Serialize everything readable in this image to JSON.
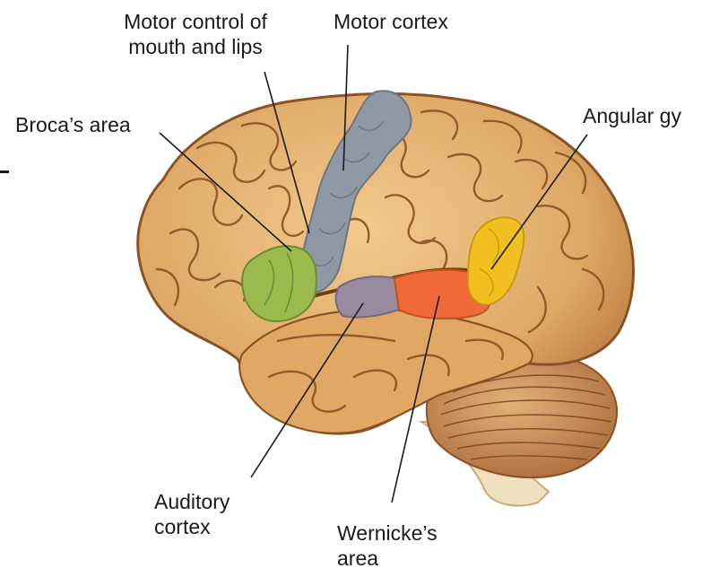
{
  "labels": {
    "motor_control_mouth": "Motor control of\nmouth and lips",
    "motor_cortex": "Motor cortex",
    "broca": "Broca’s area",
    "angular": "Angular gy",
    "auditory": "Auditory\ncortex",
    "wernicke": "Wernicke’s\narea"
  },
  "colors": {
    "brain": "#e2b070",
    "brain_dark": "#a8703a",
    "sulcus": "#8a5224",
    "motor_cortex": "#8f99a5",
    "broca": "#9aba4e",
    "angular": "#f0c020",
    "auditory": "#9a8aa0",
    "wernicke": "#ef6a38",
    "cerebellum": "#d49a60",
    "brainstem": "#efe0bf"
  }
}
